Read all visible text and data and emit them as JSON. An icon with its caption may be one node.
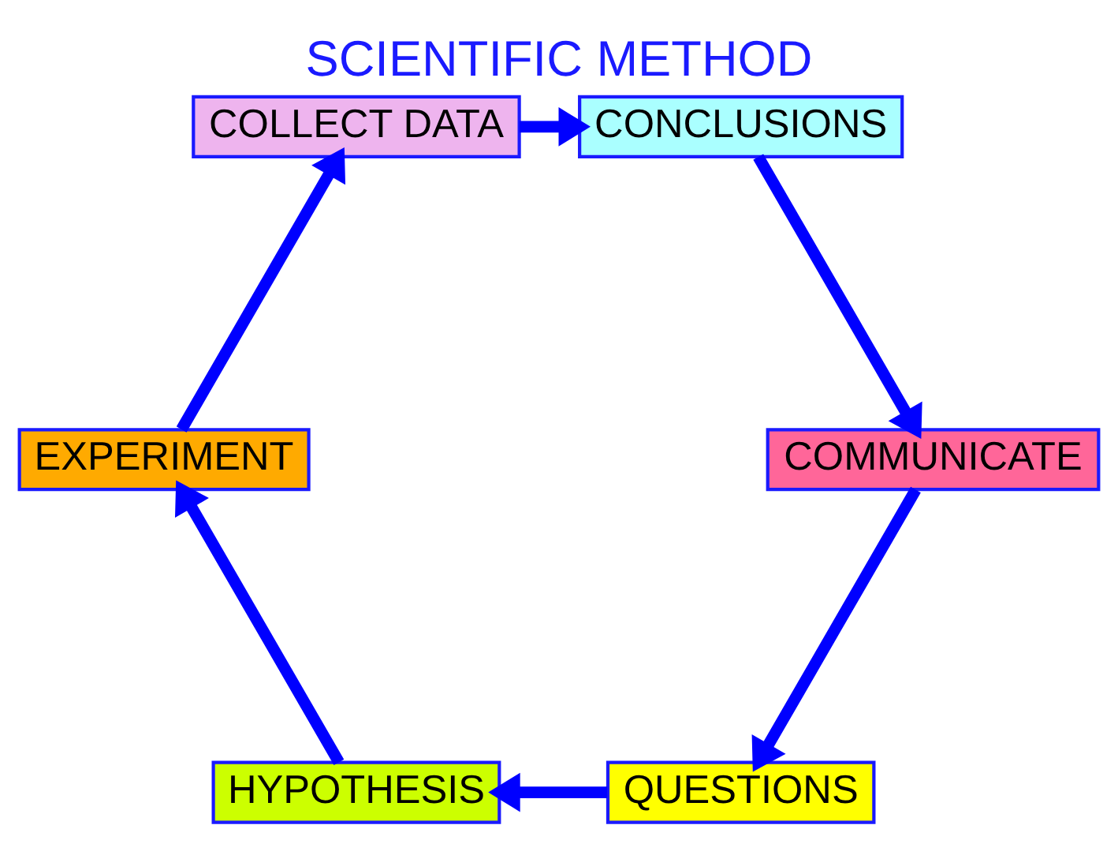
{
  "diagram": {
    "title": "SCIENTIFIC METHOD",
    "nodes": [
      {
        "text": [
          "QUESTIONS"
        ]
      },
      {
        "text": [
          "HYPOTHESIS"
        ]
      },
      {
        "text": [
          "EXPERIMENT"
        ]
      },
      {
        "text": [
          "COLLECT DATA"
        ]
      },
      {
        "text": [
          "CONCLUSIONS"
        ]
      },
      {
        "text": [
          "COMMUNICATE"
        ]
      }
    ],
    "edges": [
      {
        "from": 0,
        "to": 1,
        "arrow": "to"
      },
      {
        "from": 1,
        "to": 2,
        "arrow": "to"
      },
      {
        "from": 2,
        "to": 3,
        "arrow": "to"
      },
      {
        "from": 3,
        "to": 4,
        "arrow": "to"
      },
      {
        "from": 4,
        "to": 5,
        "arrow": "to"
      },
      {
        "from": 5,
        "to": 0,
        "arrow": "to"
      }
    ]
  }
}
